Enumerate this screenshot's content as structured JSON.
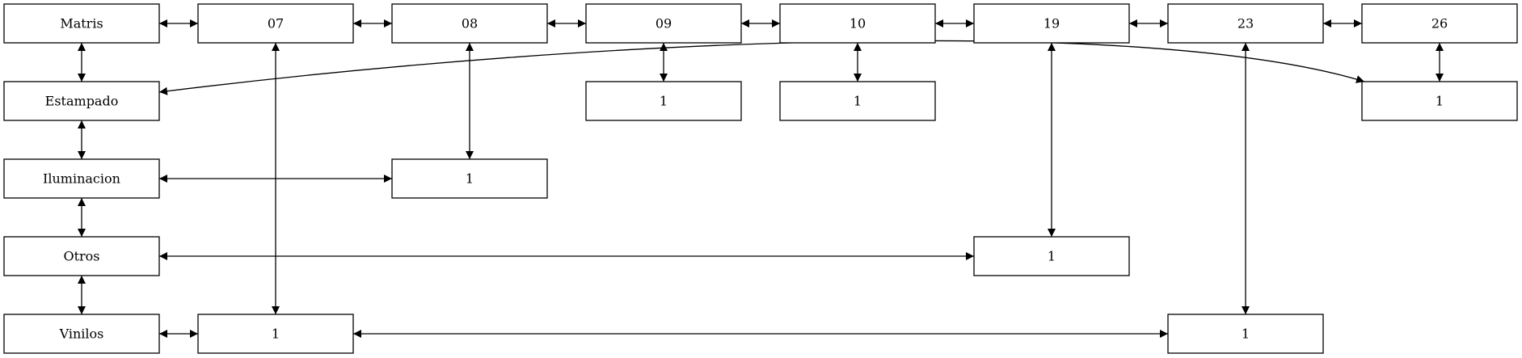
{
  "nodes": [
    {
      "id": "matris",
      "label": "Matris"
    },
    {
      "id": "col07",
      "label": "07"
    },
    {
      "id": "col08",
      "label": "08"
    },
    {
      "id": "col09",
      "label": "09"
    },
    {
      "id": "col10",
      "label": "10"
    },
    {
      "id": "col19",
      "label": "19"
    },
    {
      "id": "col23",
      "label": "23"
    },
    {
      "id": "col26",
      "label": "26"
    },
    {
      "id": "estampado",
      "label": "Estampado"
    },
    {
      "id": "iluminacion",
      "label": "Iluminacion"
    },
    {
      "id": "otros",
      "label": "Otros"
    },
    {
      "id": "vinilos",
      "label": "Vinilos"
    },
    {
      "id": "c09_1",
      "label": "1"
    },
    {
      "id": "c10_1",
      "label": "1"
    },
    {
      "id": "c26_1",
      "label": "1"
    },
    {
      "id": "c08_1",
      "label": "1"
    },
    {
      "id": "c19_1",
      "label": "1"
    },
    {
      "id": "c07_1",
      "label": "1"
    },
    {
      "id": "c23_1",
      "label": "1"
    }
  ],
  "edges": [
    {
      "from": "matris",
      "to": "col07",
      "direction": "both"
    },
    {
      "from": "col07",
      "to": "col08",
      "direction": "both"
    },
    {
      "from": "col08",
      "to": "col09",
      "direction": "both"
    },
    {
      "from": "col09",
      "to": "col10",
      "direction": "both"
    },
    {
      "from": "col10",
      "to": "col19",
      "direction": "both"
    },
    {
      "from": "col19",
      "to": "col23",
      "direction": "both"
    },
    {
      "from": "col23",
      "to": "col26",
      "direction": "both"
    },
    {
      "from": "matris",
      "to": "estampado",
      "direction": "both"
    },
    {
      "from": "estampado",
      "to": "iluminacion",
      "direction": "both"
    },
    {
      "from": "iluminacion",
      "to": "otros",
      "direction": "both"
    },
    {
      "from": "otros",
      "to": "vinilos",
      "direction": "both"
    },
    {
      "from": "col09",
      "to": "c09_1",
      "direction": "both"
    },
    {
      "from": "col10",
      "to": "c10_1",
      "direction": "both"
    },
    {
      "from": "col26",
      "to": "c26_1",
      "direction": "both"
    },
    {
      "from": "estampado",
      "to": "c26_1",
      "direction": "both"
    },
    {
      "from": "col08",
      "to": "c08_1",
      "direction": "both"
    },
    {
      "from": "iluminacion",
      "to": "c08_1",
      "direction": "both"
    },
    {
      "from": "col19",
      "to": "c19_1",
      "direction": "both"
    },
    {
      "from": "otros",
      "to": "c19_1",
      "direction": "both"
    },
    {
      "from": "col07",
      "to": "c07_1",
      "direction": "both"
    },
    {
      "from": "vinilos",
      "to": "c07_1",
      "direction": "both"
    },
    {
      "from": "col23",
      "to": "c23_1",
      "direction": "both"
    },
    {
      "from": "c07_1",
      "to": "c23_1",
      "direction": "both"
    }
  ]
}
